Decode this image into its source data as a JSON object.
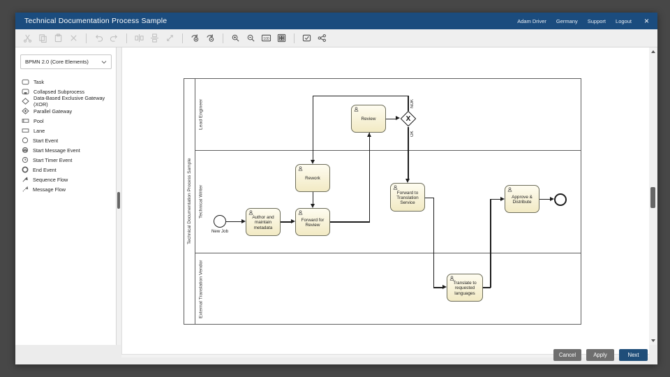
{
  "colors": {
    "titlebar": "#1b4c7e",
    "accent": "#1f4e79",
    "task_fill": "#f5eec6",
    "window_bg": "#ececec",
    "outer_bg": "#474747",
    "flow": "#1c1c1c"
  },
  "titlebar": {
    "title": "Technical Documentation Process Sample",
    "menu": [
      {
        "label": "Adam Driver"
      },
      {
        "label": "Germany"
      },
      {
        "label": "Support"
      },
      {
        "label": "Logout"
      }
    ],
    "close": "×"
  },
  "toolbar": {
    "icons": [
      "cut",
      "copy",
      "paste",
      "delete",
      "undo",
      "redo",
      "align-horizontal",
      "align-vertical",
      "resize-diagonal",
      "zoom-selection",
      "zoom-region",
      "zoom-in",
      "zoom-out",
      "zoom-actual-size",
      "zoom-fit",
      "validate",
      "share"
    ],
    "zoom_actual_text": "100"
  },
  "sidebar": {
    "palette_selected": "BPMN 2.0 (Core Elements)",
    "items": [
      {
        "label": "Task"
      },
      {
        "label": "Collapsed Subprocess"
      },
      {
        "label": "Data-Based Exclusive Gateway (XOR)"
      },
      {
        "label": "Parallel Gateway"
      },
      {
        "label": "Pool"
      },
      {
        "label": "Lane"
      },
      {
        "label": "Start Event"
      },
      {
        "label": "Start Message Event"
      },
      {
        "label": "Start Timer Event"
      },
      {
        "label": "End Event"
      },
      {
        "label": "Sequence Flow"
      },
      {
        "label": "Message Flow"
      }
    ]
  },
  "diagram": {
    "pool_label": "Technical Documentation Process Sample",
    "lanes": [
      {
        "label": "Lead Engineer"
      },
      {
        "label": "Technical Writer"
      },
      {
        "label": "External Translation Vendor"
      }
    ],
    "start_event_label": "New Job",
    "tasks": {
      "review": "Review",
      "rework": "Rework",
      "author": "Author and maintain metadata",
      "forward_review": "Forward for Review",
      "forward_translation": "Forward to Translation Service",
      "translate": "Translate to requested languages",
      "approve": "Approve & Distribute"
    },
    "gateway": {
      "marker": "X",
      "nok_label": "NOK",
      "ok_label": "OK"
    }
  },
  "footer": {
    "cancel": "Cancel",
    "apply": "Apply",
    "next": "Next"
  }
}
